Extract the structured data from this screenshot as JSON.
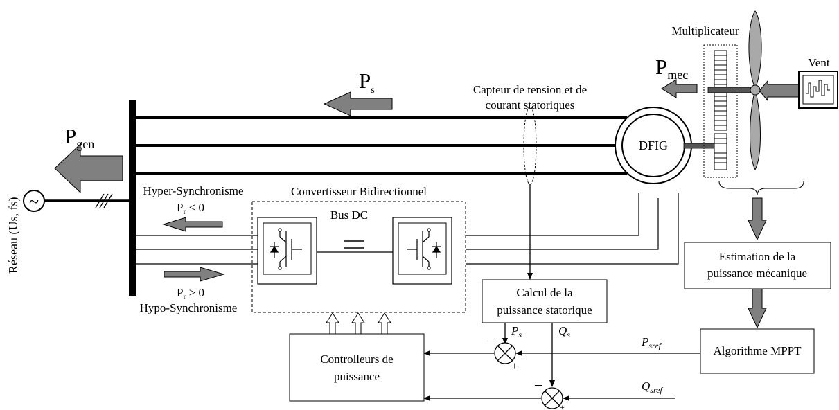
{
  "labels": {
    "p_s_main": "P",
    "p_s_main_sub": "s",
    "p_gen": "P",
    "p_gen_sub": "gen",
    "p_mec": "P",
    "p_mec_sub": "mec",
    "reseau": "Réseau (Us, fs)",
    "ac_symbol": "~",
    "multiplicateur": "Multiplicateur",
    "vent": "Vent",
    "capteur_1": "Capteur de tension et de",
    "capteur_2": "courant statoriques",
    "dfig": "DFIG",
    "hyper": "Hyper-Synchronisme",
    "pr_neg": "P",
    "pr_neg_sub": "r",
    "pr_neg_rel": " < 0",
    "pr_pos": "P",
    "pr_pos_sub": "r",
    "pr_pos_rel": " > 0",
    "hypo": "Hypo-Synchronisme",
    "convertisseur": "Convertisseur Bidirectionnel",
    "bus_dc": "Bus DC",
    "estimation_1": "Estimation de la",
    "estimation_2": "puissance mécanique",
    "calcul_1": "Calcul de la",
    "calcul_2": "puissance statorique",
    "algorithme": "Algorithme MPPT",
    "controlleurs_1": "Controlleurs de",
    "controlleurs_2": "puissance",
    "ps_small": "P",
    "ps_small_sub": "s",
    "qs_small": "Q",
    "qs_small_sub": "s",
    "psref": "P",
    "psref_sub": "sref",
    "qsref": "Q",
    "qsref_sub": "sref",
    "minus": "–",
    "plus": "+"
  }
}
